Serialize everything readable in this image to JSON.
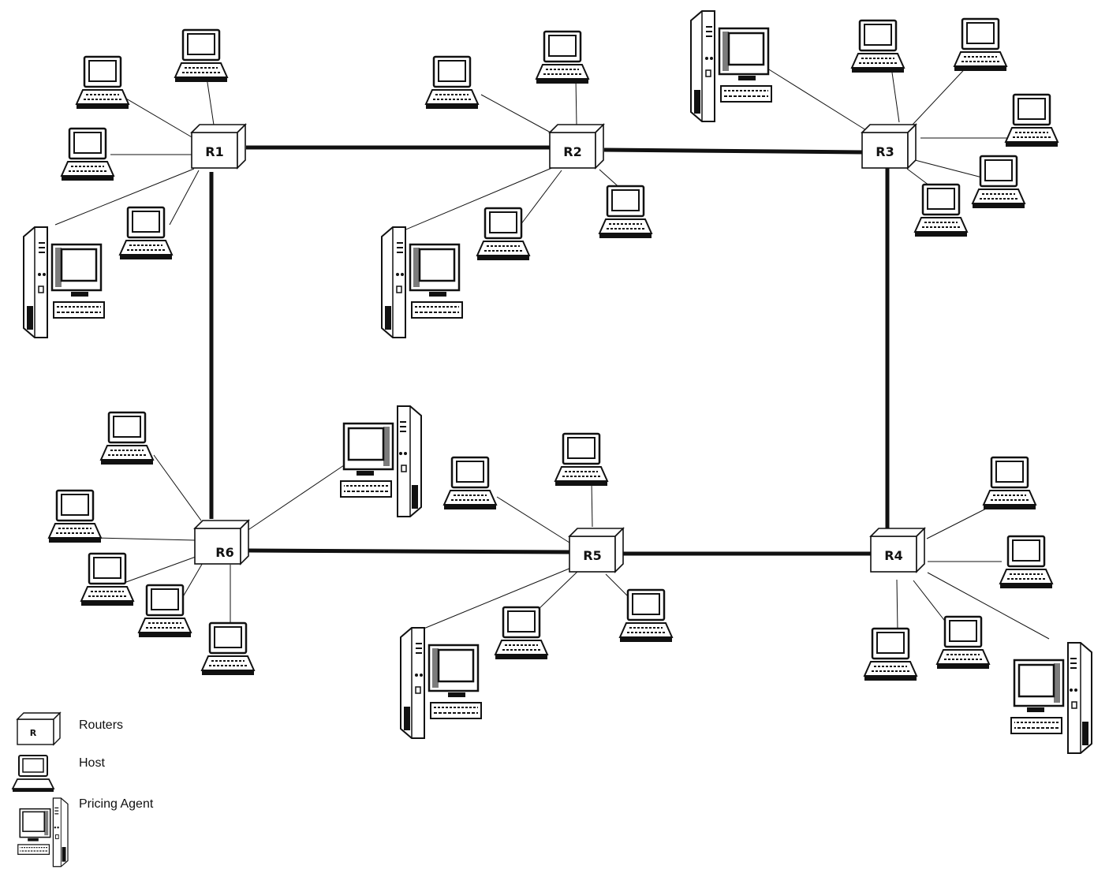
{
  "routers": [
    {
      "id": "R1",
      "label": "R1"
    },
    {
      "id": "R2",
      "label": "R2"
    },
    {
      "id": "R3",
      "label": "R3"
    },
    {
      "id": "R4",
      "label": "R4"
    },
    {
      "id": "R5",
      "label": "R5"
    },
    {
      "id": "R6",
      "label": "R6"
    }
  ],
  "trunk_links": [
    [
      "R1",
      "R2"
    ],
    [
      "R2",
      "R3"
    ],
    [
      "R3",
      "R4"
    ],
    [
      "R4",
      "R5"
    ],
    [
      "R5",
      "R6"
    ],
    [
      "R6",
      "R1"
    ]
  ],
  "attachments": {
    "R1": {
      "hosts": 4,
      "pricing_agents": 1
    },
    "R2": {
      "hosts": 4,
      "pricing_agents": 1
    },
    "R3": {
      "hosts": 5,
      "pricing_agents": 1
    },
    "R4": {
      "hosts": 4,
      "pricing_agents": 1
    },
    "R5": {
      "hosts": 4,
      "pricing_agents": 1
    },
    "R6": {
      "hosts": 5,
      "pricing_agents": 1
    }
  },
  "legend": {
    "router_symbol_label": "R",
    "routers": "Routers",
    "host": "Host",
    "pricing_agent": "Pricing Agent"
  },
  "colors": {
    "line": "#111111",
    "background": "#ffffff",
    "screen": "#ffffff"
  }
}
